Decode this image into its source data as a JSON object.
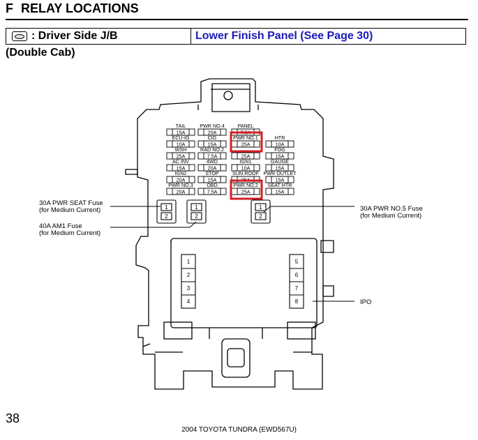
{
  "header": {
    "section_letter": "F",
    "section_title": "RELAY LOCATIONS"
  },
  "jb_bar": {
    "icon": "connector-icon",
    "left_label": ": Driver Side J/B",
    "right_label": "Lower Finish Panel (See Page 30)",
    "right_color": "#1a1ab8"
  },
  "cab_label": "(Double Cab)",
  "fuses": [
    {
      "label": "TAIL",
      "amp": "15A"
    },
    {
      "label": "PWR NO.4",
      "amp": "20A"
    },
    {
      "label": "PANEL",
      "amp": "7.5A"
    },
    {
      "label": "ECU-IG",
      "amp": "10A"
    },
    {
      "label": "CIG",
      "amp": "15A"
    },
    {
      "label": "PWR NO.1",
      "amp": "25A"
    },
    {
      "label": "HTR",
      "amp": "10A"
    },
    {
      "label": "WSH",
      "amp": "25A"
    },
    {
      "label": "RAD NO.2",
      "amp": "7.5A"
    },
    {
      "label": "",
      "amp": "25A"
    },
    {
      "label": "FOG",
      "amp": "15A"
    },
    {
      "label": "AC INV",
      "amp": "15A"
    },
    {
      "label": "4WD",
      "amp": "20A"
    },
    {
      "label": "IGN1",
      "amp": "10A"
    },
    {
      "label": "GAUGE",
      "amp": "15A"
    },
    {
      "label": "IGN2",
      "amp": "20A"
    },
    {
      "label": "STOP",
      "amp": "15A"
    },
    {
      "label": "SUN ROOF",
      "amp": "25A"
    },
    {
      "label": "PWR OUTLET",
      "amp": "15A"
    },
    {
      "label": "PWR NO.3",
      "amp": "20A"
    },
    {
      "label": "OBD",
      "amp": "7.5A"
    },
    {
      "label": "PWR NO.2",
      "amp": "25A"
    },
    {
      "label": "SEAT HTR",
      "amp": "15A"
    }
  ],
  "highlight_color": "#d21f26",
  "callouts": {
    "pwr_seat_line1": "30A PWR SEAT Fuse",
    "pwr_seat_line2": "(for Medium Current)",
    "am1_line1": "40A AM1 Fuse",
    "am1_line2": "(for Medium Current)",
    "pwr5_line1": "30A PWR NO.5 Fuse",
    "pwr5_line2": "(for Medium Current)",
    "ipo": "IPO"
  },
  "pins": {
    "one": "1",
    "two": "2",
    "three": "3",
    "four": "4",
    "five": "5",
    "six": "6",
    "seven": "7",
    "eight": "8"
  },
  "page_number": "38",
  "footer": "2004 TOYOTA TUNDRA (EWD567U)"
}
